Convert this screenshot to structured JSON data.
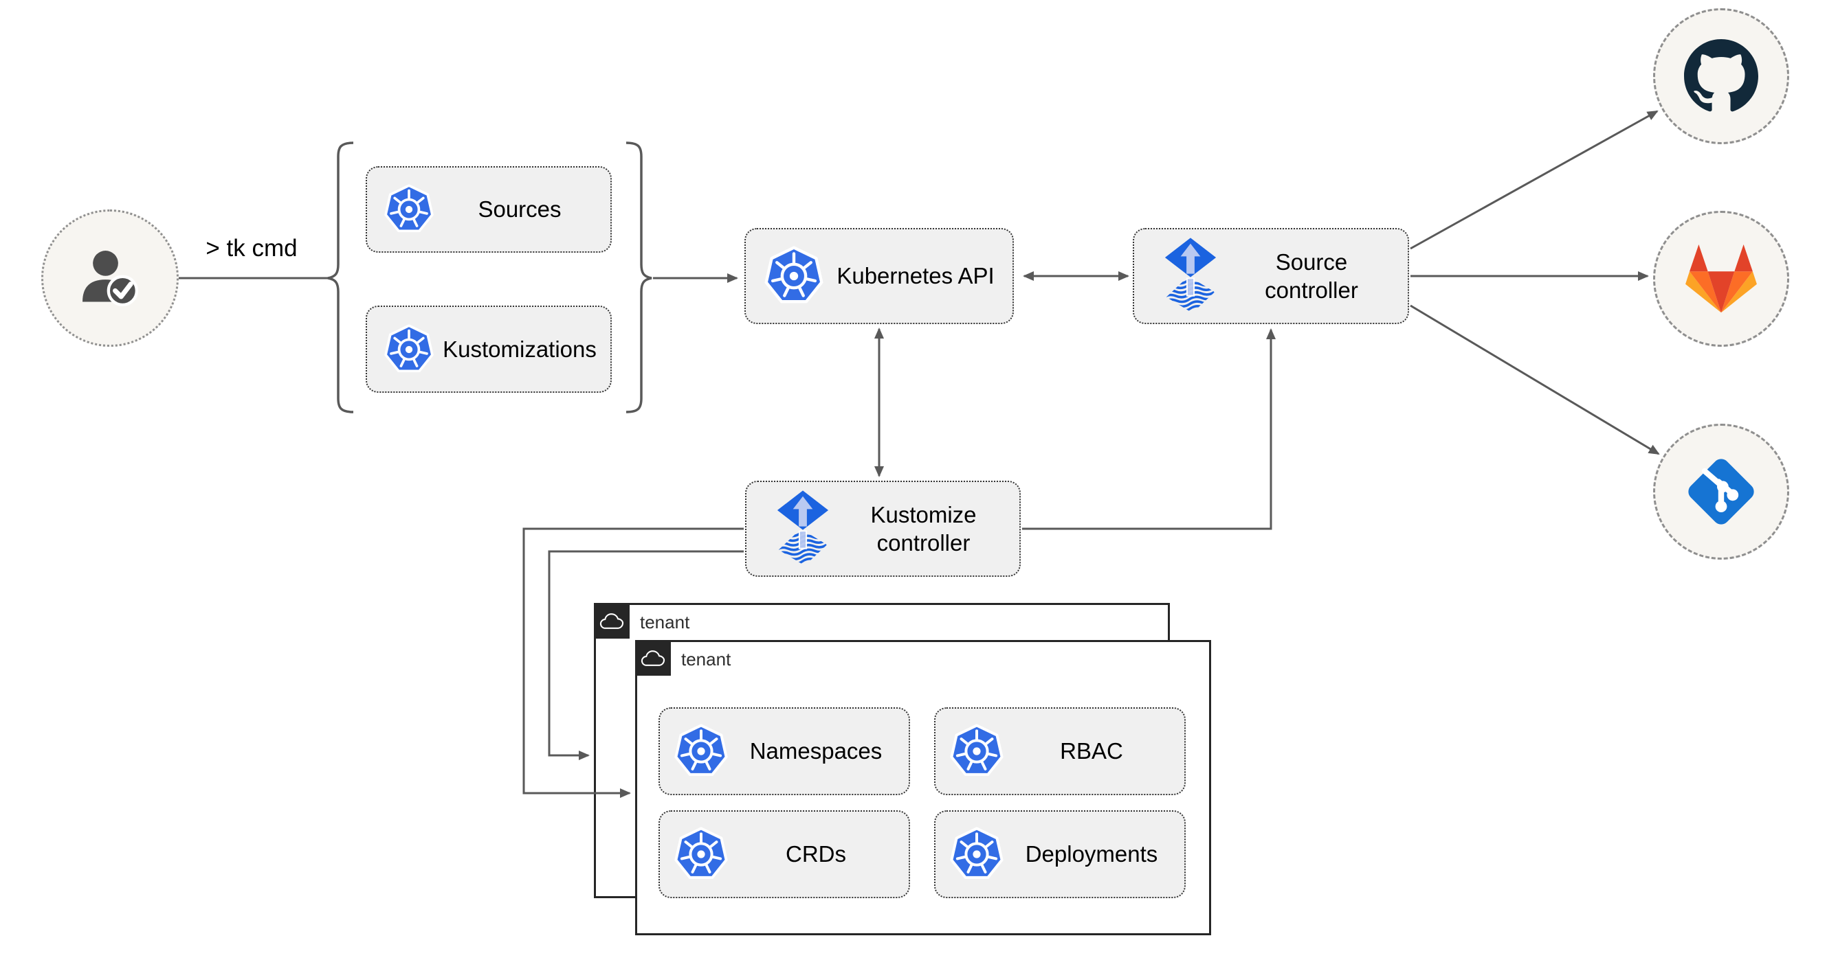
{
  "diagram": {
    "user": {
      "icon": "user-check-icon",
      "command": "> tk cmd"
    },
    "cli_resources": {
      "items": [
        {
          "icon": "kubernetes-icon",
          "label": "Sources"
        },
        {
          "icon": "kubernetes-icon",
          "label": "Kustomizations"
        }
      ]
    },
    "nodes": {
      "kubernetes_api": {
        "icon": "kubernetes-icon",
        "label": "Kubernetes API"
      },
      "source_controller": {
        "icon": "flux-icon",
        "label": "Source controller"
      },
      "kustomize_controller": {
        "icon": "flux-icon",
        "label": "Kustomize controller"
      }
    },
    "git_providers": [
      {
        "icon": "github-icon"
      },
      {
        "icon": "gitlab-icon"
      },
      {
        "icon": "git-icon"
      }
    ],
    "tenants": {
      "back": {
        "icon": "cloud-icon",
        "label": "tenant"
      },
      "front": {
        "icon": "cloud-icon",
        "label": "tenant",
        "resources": [
          {
            "icon": "kubernetes-icon",
            "label": "Namespaces"
          },
          {
            "icon": "kubernetes-icon",
            "label": "RBAC"
          },
          {
            "icon": "kubernetes-icon",
            "label": "CRDs"
          },
          {
            "icon": "kubernetes-icon",
            "label": "Deployments"
          }
        ]
      }
    }
  },
  "colors": {
    "line": "#595959",
    "box_fill": "#f0f0f0",
    "box_border": "#333333",
    "k8s_blue": "#326ce5",
    "flux_blue": "#1b63e0",
    "flux_arrow": "#b9c9f1",
    "github": "#12293a",
    "gitlab_red": "#e24329",
    "gitlab_orange": "#fc6d26",
    "gitlab_light": "#fca326",
    "git_blue": "#1674d3",
    "dark": "#262626",
    "circle_fill": "#f7f5f1",
    "user_gray": "#4d4d4d",
    "text": "#000000"
  }
}
